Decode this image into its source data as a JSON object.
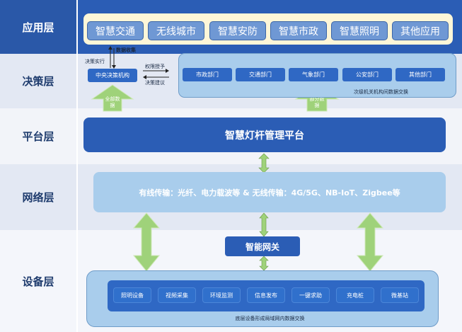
{
  "layers": {
    "application": "应用层",
    "decision": "决策层",
    "platform": "平台层",
    "network": "网络层",
    "device": "设备层"
  },
  "applications": [
    "智慧交通",
    "无线城市",
    "智慧安防",
    "智慧市政",
    "智慧照明",
    "其他应用"
  ],
  "decision": {
    "central": "中央决策机构",
    "data_collect": "数据收集",
    "decision_exec": "决策实行",
    "auth_grant": "权限授予",
    "decision_advice": "决策建议",
    "departments": [
      "市政部门",
      "交通部门",
      "气象部门",
      "公安部门",
      "其他部门"
    ],
    "dept_exchange": "次级机关机构间数据交换",
    "all_data": "全部数据",
    "partial_data": "部分数据"
  },
  "platform": {
    "title": "智慧灯杆管理平台"
  },
  "network": {
    "text": "有线传输：光纤、电力载波等 & 无线传输：4G/5G、NB-IoT、Zigbee等"
  },
  "gateway": "智能网关",
  "devices": [
    "照明设备",
    "视频采集",
    "环境监测",
    "信息发布",
    "一键求助",
    "充电桩",
    "微基站"
  ],
  "device_exchange": "底层设备形成局域网内数据交换",
  "colors": {
    "dark_blue": "#2b5db5",
    "arrow_green": "#9fd27a",
    "light_panel": "#a9cdec"
  }
}
